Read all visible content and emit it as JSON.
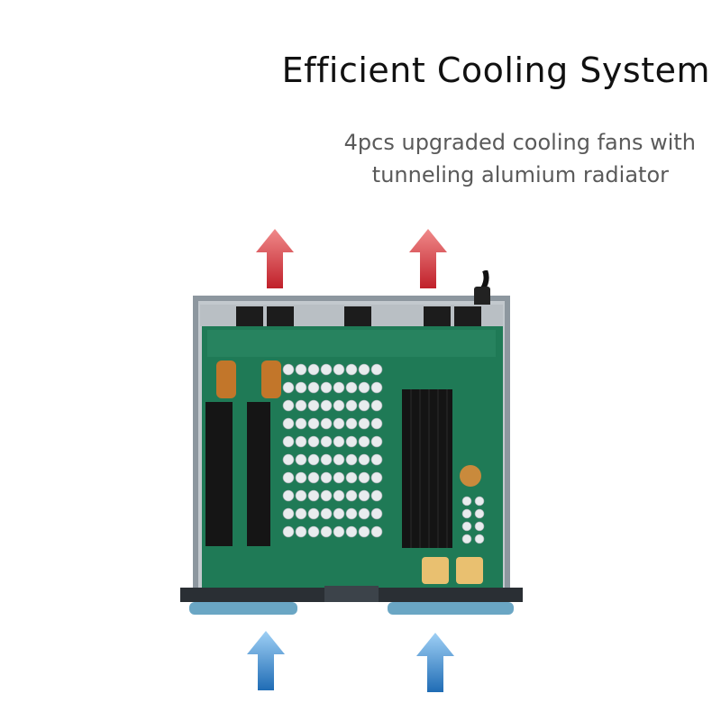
{
  "title": "Efficient Cooling System",
  "subtitle_line1": "4pcs upgraded cooling fans with",
  "subtitle_line2": "tunneling alumium radiator",
  "colors": {
    "exhaust_arrow": "#d6323a",
    "intake_arrow": "#2e7fc8",
    "pcb": "#1d7a55",
    "heatsink": "#1a1a1a",
    "chassis": "#9aa4ad"
  },
  "icons": [
    "up-arrow-icon"
  ]
}
